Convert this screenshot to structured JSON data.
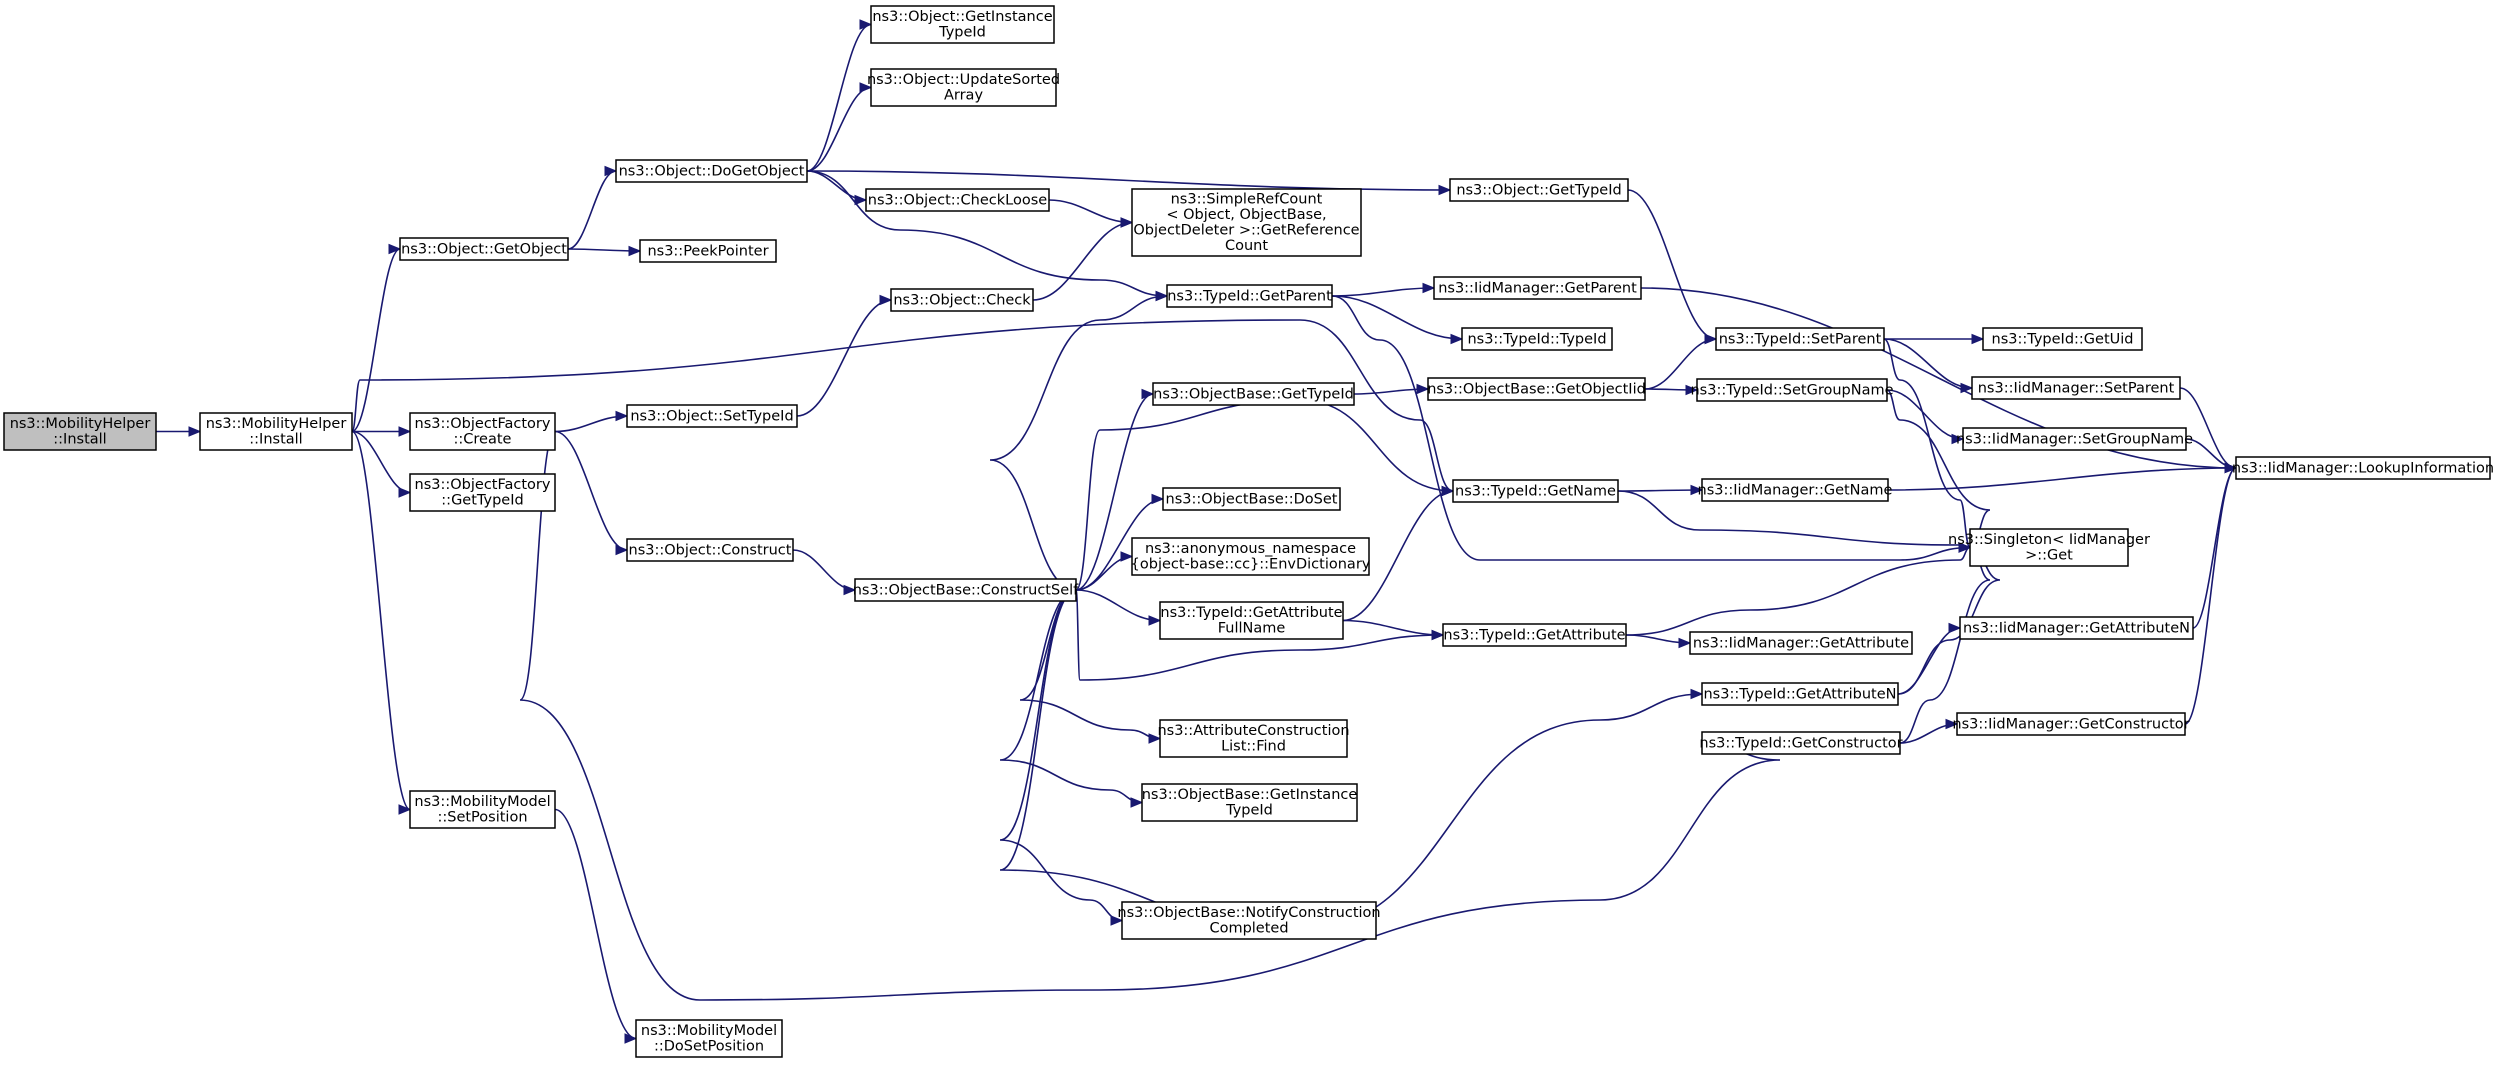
{
  "graph": {
    "nodes": [
      {
        "id": "n0",
        "lines": [
          "ns3::MobilityHelper",
          "::Install"
        ],
        "root": true
      },
      {
        "id": "n1",
        "lines": [
          "ns3::MobilityHelper",
          "::Install"
        ]
      },
      {
        "id": "n2",
        "lines": [
          "ns3::Object::GetObject"
        ]
      },
      {
        "id": "n3",
        "lines": [
          "ns3::ObjectFactory",
          "::Create"
        ]
      },
      {
        "id": "n4",
        "lines": [
          "ns3::ObjectFactory",
          "::GetTypeId"
        ]
      },
      {
        "id": "n5",
        "lines": [
          "ns3::MobilityModel",
          "::SetPosition"
        ]
      },
      {
        "id": "n6",
        "lines": [
          "ns3::TypeId::GetName"
        ]
      },
      {
        "id": "n7",
        "lines": [
          "ns3::Object::DoGetObject"
        ]
      },
      {
        "id": "n8",
        "lines": [
          "ns3::PeekPointer"
        ]
      },
      {
        "id": "n9",
        "lines": [
          "ns3::Object::SetTypeId"
        ]
      },
      {
        "id": "n10",
        "lines": [
          "ns3::Object::Construct"
        ]
      },
      {
        "id": "n11",
        "lines": [
          "ns3::TypeId::GetConstructor"
        ]
      },
      {
        "id": "n12",
        "lines": [
          "ns3::MobilityModel",
          "::DoSetPosition"
        ]
      },
      {
        "id": "n13",
        "lines": [
          "ns3::Object::GetInstance",
          "TypeId"
        ]
      },
      {
        "id": "n14",
        "lines": [
          "ns3::Object::UpdateSorted",
          "Array"
        ]
      },
      {
        "id": "n15",
        "lines": [
          "ns3::Object::CheckLoose"
        ]
      },
      {
        "id": "n16",
        "lines": [
          "ns3::Object::GetTypeId"
        ]
      },
      {
        "id": "n17",
        "lines": [
          "ns3::TypeId::GetParent"
        ]
      },
      {
        "id": "n18",
        "lines": [
          "ns3::SimpleRefCount",
          "< Object, ObjectBase,",
          "ObjectDeleter >::GetReference",
          "Count"
        ]
      },
      {
        "id": "n19",
        "lines": [
          "ns3::TypeId::SetParent"
        ]
      },
      {
        "id": "n20",
        "lines": [
          "ns3::IidManager::GetParent"
        ]
      },
      {
        "id": "n21",
        "lines": [
          "ns3::Singleton< IidManager",
          " >::Get"
        ]
      },
      {
        "id": "n22",
        "lines": [
          "ns3::TypeId::TypeId"
        ]
      },
      {
        "id": "n23",
        "lines": [
          "ns3::IidManager::LookupInformation"
        ]
      },
      {
        "id": "n24",
        "lines": [
          "ns3::TypeId::GetUid"
        ]
      },
      {
        "id": "n25",
        "lines": [
          "ns3::IidManager::SetParent"
        ]
      },
      {
        "id": "n26",
        "lines": [
          "ns3::IidManager::GetName"
        ]
      },
      {
        "id": "n27",
        "lines": [
          "ns3::Object::Check"
        ]
      },
      {
        "id": "n28",
        "lines": [
          "ns3::ObjectBase::ConstructSelf"
        ]
      },
      {
        "id": "n29",
        "lines": [
          "ns3::AttributeConstruction",
          "List::Find"
        ]
      },
      {
        "id": "n30",
        "lines": [
          "ns3::anonymous_namespace",
          "{object-base::cc}::EnvDictionary"
        ]
      },
      {
        "id": "n31",
        "lines": [
          "ns3::TypeId::GetAttribute"
        ]
      },
      {
        "id": "n32",
        "lines": [
          "ns3::TypeId::GetAttributeN"
        ]
      },
      {
        "id": "n33",
        "lines": [
          "ns3::TypeId::GetAttribute",
          "FullName"
        ]
      },
      {
        "id": "n34",
        "lines": [
          "ns3::ObjectBase::DoSet"
        ]
      },
      {
        "id": "n35",
        "lines": [
          "ns3::ObjectBase::GetInstance",
          "TypeId"
        ]
      },
      {
        "id": "n36",
        "lines": [
          "ns3::ObjectBase::GetTypeId"
        ]
      },
      {
        "id": "n37",
        "lines": [
          "ns3::ObjectBase::NotifyConstruction",
          "Completed"
        ]
      },
      {
        "id": "n38",
        "lines": [
          "ns3::IidManager::GetAttribute"
        ]
      },
      {
        "id": "n39",
        "lines": [
          "ns3::IidManager::GetAttributeN"
        ]
      },
      {
        "id": "n40",
        "lines": [
          "ns3::ObjectBase::GetObjectIid"
        ]
      },
      {
        "id": "n41",
        "lines": [
          "ns3::TypeId::SetGroupName"
        ]
      },
      {
        "id": "n42",
        "lines": [
          "ns3::IidManager::SetGroupName"
        ]
      },
      {
        "id": "n43",
        "lines": [
          "ns3::IidManager::GetConstructor"
        ]
      }
    ],
    "edges": [
      [
        "n0",
        "n1"
      ],
      [
        "n1",
        "n2"
      ],
      [
        "n1",
        "n3"
      ],
      [
        "n1",
        "n4"
      ],
      [
        "n1",
        "n5"
      ],
      [
        "n1",
        "n6"
      ],
      [
        "n2",
        "n7"
      ],
      [
        "n2",
        "n8"
      ],
      [
        "n3",
        "n9"
      ],
      [
        "n3",
        "n10"
      ],
      [
        "n3",
        "n11"
      ],
      [
        "n5",
        "n12"
      ],
      [
        "n7",
        "n13"
      ],
      [
        "n7",
        "n14"
      ],
      [
        "n7",
        "n15"
      ],
      [
        "n7",
        "n16"
      ],
      [
        "n7",
        "n17"
      ],
      [
        "n15",
        "n18"
      ],
      [
        "n16",
        "n19"
      ],
      [
        "n17",
        "n20"
      ],
      [
        "n17",
        "n21"
      ],
      [
        "n17",
        "n22"
      ],
      [
        "n20",
        "n23"
      ],
      [
        "n19",
        "n24"
      ],
      [
        "n19",
        "n25"
      ],
      [
        "n19",
        "n21"
      ],
      [
        "n25",
        "n23"
      ],
      [
        "n6",
        "n26"
      ],
      [
        "n6",
        "n21"
      ],
      [
        "n26",
        "n23"
      ],
      [
        "n9",
        "n27"
      ],
      [
        "n27",
        "n18"
      ],
      [
        "n10",
        "n28"
      ],
      [
        "n28",
        "n17"
      ],
      [
        "n28",
        "n36"
      ],
      [
        "n28",
        "n6"
      ],
      [
        "n28",
        "n34"
      ],
      [
        "n28",
        "n30"
      ],
      [
        "n28",
        "n33"
      ],
      [
        "n28",
        "n31"
      ],
      [
        "n28",
        "n29"
      ],
      [
        "n28",
        "n35"
      ],
      [
        "n28",
        "n37"
      ],
      [
        "n28",
        "n32"
      ],
      [
        "n33",
        "n6"
      ],
      [
        "n33",
        "n31"
      ],
      [
        "n31",
        "n38"
      ],
      [
        "n31",
        "n21"
      ],
      [
        "n32",
        "n39"
      ],
      [
        "n32",
        "n21"
      ],
      [
        "n39",
        "n23"
      ],
      [
        "n36",
        "n40"
      ],
      [
        "n40",
        "n19"
      ],
      [
        "n40",
        "n41"
      ],
      [
        "n41",
        "n42"
      ],
      [
        "n41",
        "n21"
      ],
      [
        "n42",
        "n23"
      ],
      [
        "n11",
        "n43"
      ],
      [
        "n11",
        "n21"
      ],
      [
        "n43",
        "n23"
      ]
    ]
  }
}
